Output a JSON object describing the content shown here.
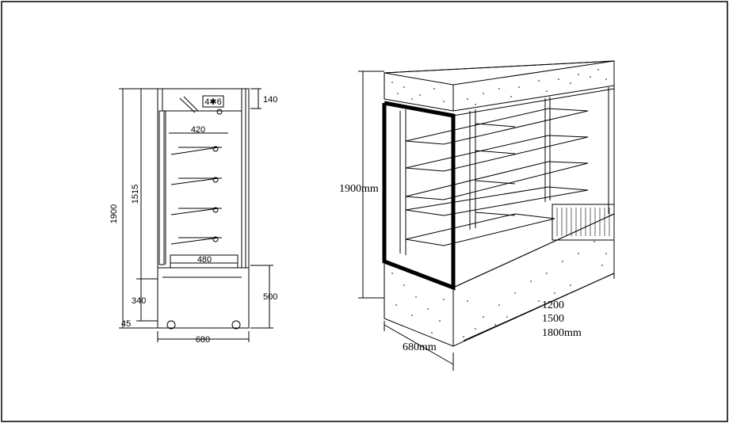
{
  "side_view": {
    "dims": {
      "overall_height": "1900",
      "interior_height": "1515",
      "top_depth": "140",
      "shelf_depth": "420",
      "bottom_shelf_depth": "480",
      "base_height": "340",
      "kick_height": "45",
      "base_right_height": "500",
      "overall_width": "680",
      "lamp_label": "4✱6"
    }
  },
  "iso_view": {
    "dims": {
      "height": "1900mm",
      "depth": "680mm",
      "length_1": "1200",
      "length_2": "1500",
      "length_3": "1800mm"
    }
  },
  "colors": {
    "line": "#000000",
    "background": "#ffffff"
  }
}
